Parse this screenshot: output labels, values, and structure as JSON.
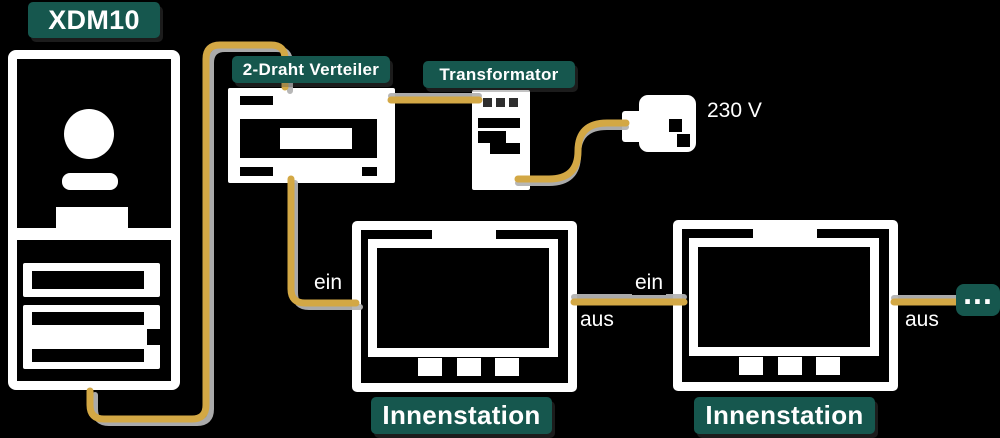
{
  "diagram": {
    "device_badge": "XDM10",
    "distributor_label": "2-Draht Verteiler",
    "transformer_label": "Transformator",
    "voltage_label": "230 V",
    "stations": [
      {
        "name": "Innenstation",
        "in": "ein",
        "out": "aus"
      },
      {
        "name": "Innenstation",
        "in": "ein",
        "out": "aus"
      }
    ],
    "continuation": "...",
    "icons": [
      "camera-icon",
      "speaker-icon",
      "nameplate-icon",
      "power-plug-icon",
      "monitor-icon",
      "ellipsis-icon"
    ],
    "colors": {
      "badge_teal": "#16574e",
      "wire_gold": "#d3a845",
      "wire_silver": "#b3b3b3",
      "device_white": "#ffffff",
      "background": "#000000"
    }
  }
}
